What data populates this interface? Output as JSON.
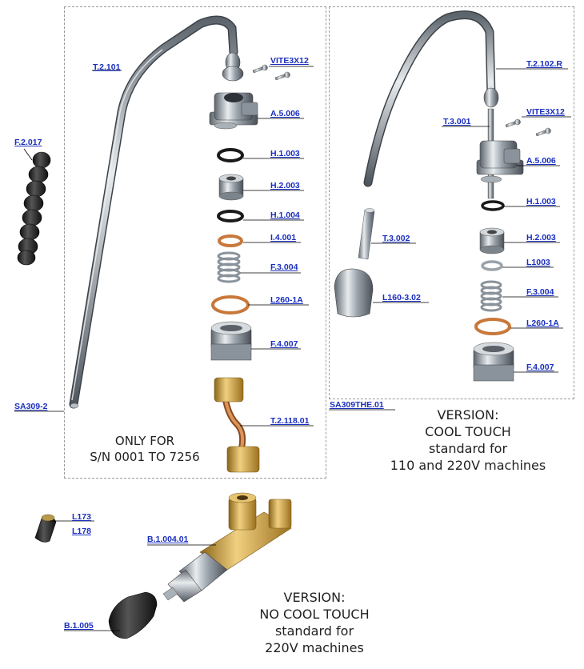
{
  "labels": {
    "f_2_017": "F.2.017",
    "t_2_101": "T.2.101",
    "vite_left": "VITE3X12",
    "a_5_006_left": "A.5.006",
    "h_1_003_left": "H.1.003",
    "h_2_003_left": "H.2.003",
    "h_1_004": "H.1.004",
    "i_4_001": "I.4.001",
    "f_3_004_left": "F.3.004",
    "l260_left": "L260-1A",
    "f_4_007_left": "F.4.007",
    "t_2_118": "T.2.118.01",
    "sa309_2": "SA309-2",
    "t_2_102_r": "T.2.102.R",
    "vite_right": "VITE3X12",
    "t_3_001": "T.3.001",
    "a_5_006_right": "A.5.006",
    "h_1_003_right": "H.1.003",
    "t_3_002": "T.3.002",
    "h_2_003_right": "H.2.003",
    "l1003": "L1003",
    "l160": "L160-3.02",
    "f_3_004_right": "F.3.004",
    "l260_right": "L260-1A",
    "f_4_007_right": "F.4.007",
    "sa309the": "SA309THE.01",
    "l173": "L173",
    "l178": "L178",
    "b_1_004": "B.1.004.01",
    "b_1_005": "B.1.005"
  },
  "captions": {
    "only_for": [
      "ONLY FOR",
      "S/N 0001 TO 7256"
    ],
    "cool_touch": [
      "VERSION:",
      "COOL TOUCH",
      "standard for",
      "110 and 220V machines"
    ],
    "no_cool_touch": [
      "VERSION:",
      "NO COOL TOUCH",
      "standard for",
      "220V machines"
    ]
  },
  "colors": {
    "label_blue": "#1a2fbf",
    "chrome": "#9aa3ab",
    "brass": "#c8a040",
    "copper": "#c8783a",
    "rubber": "#2a2a2a",
    "box_border": "#9a9a9a"
  }
}
